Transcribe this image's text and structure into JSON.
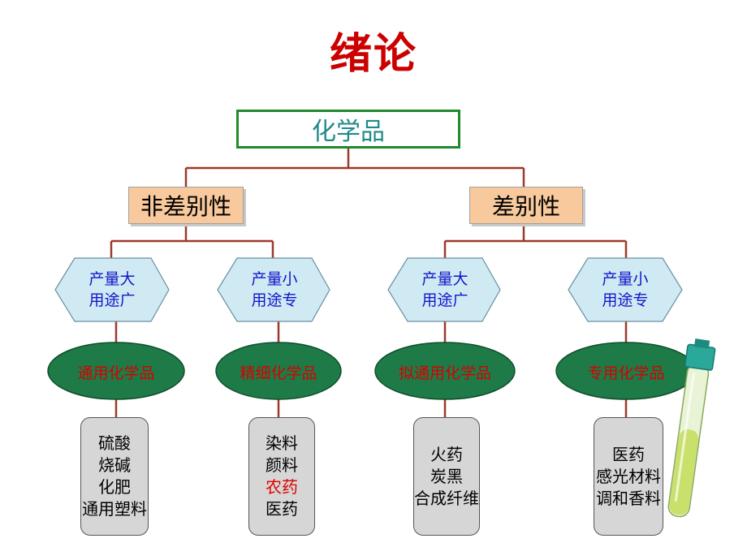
{
  "title": "绪论",
  "root": "化学品",
  "categories": [
    {
      "label": "非差别性"
    },
    {
      "label": "差别性"
    }
  ],
  "branches": [
    {
      "criteria": [
        "产量大",
        "用途广"
      ],
      "type": "通用化学品",
      "examples": [
        {
          "text": "硫酸"
        },
        {
          "text": "烧碱"
        },
        {
          "text": "化肥"
        },
        {
          "text": "通用塑料"
        }
      ]
    },
    {
      "criteria": [
        "产量小",
        "用途专"
      ],
      "type": "精细化学品",
      "examples": [
        {
          "text": "染料"
        },
        {
          "text": "颜料"
        },
        {
          "text": "农药",
          "highlight": true
        },
        {
          "text": "医药"
        }
      ]
    },
    {
      "criteria": [
        "产量大",
        "用途广"
      ],
      "type": "拟通用化学品",
      "examples": [
        {
          "text": "火药"
        },
        {
          "text": "炭黑"
        },
        {
          "text": "合成纤维"
        }
      ]
    },
    {
      "criteria": [
        "产量小",
        "用途专"
      ],
      "type": "专用化学品",
      "examples": [
        {
          "text": "医药"
        },
        {
          "text": "感光材料"
        },
        {
          "text": "调和香料"
        }
      ]
    }
  ],
  "colors": {
    "title": "#cc0000",
    "connector": "#9b3b2a",
    "diamond_fill": "#cfeaf3",
    "ellipse_fill": "#1e7a47",
    "category_fill": "#f7c99c",
    "card_fill": "#d6d6d6"
  },
  "decoration": "test-tube-icon"
}
